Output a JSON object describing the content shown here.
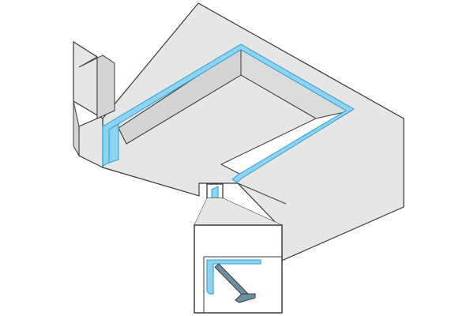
{
  "diagram": {
    "kind": "isometric-technical-illustration",
    "colors": {
      "background": "#ffffff",
      "wall_face": "#e6e6e6",
      "wall_side": "#d4d4d4",
      "inner_wall": "#dcdcdc",
      "outline": "#3a3a3a",
      "seal_fill": "#8fd3f0",
      "seal_stroke": "#2a9fd6",
      "inset_bg": "#ffffff",
      "inset_tool": "#6b8fa3"
    },
    "parts": [
      "frame-body",
      "left-flange",
      "sealing-strip",
      "detail-callout-box",
      "detail-inset",
      "corner-profile",
      "roller-tool"
    ]
  }
}
